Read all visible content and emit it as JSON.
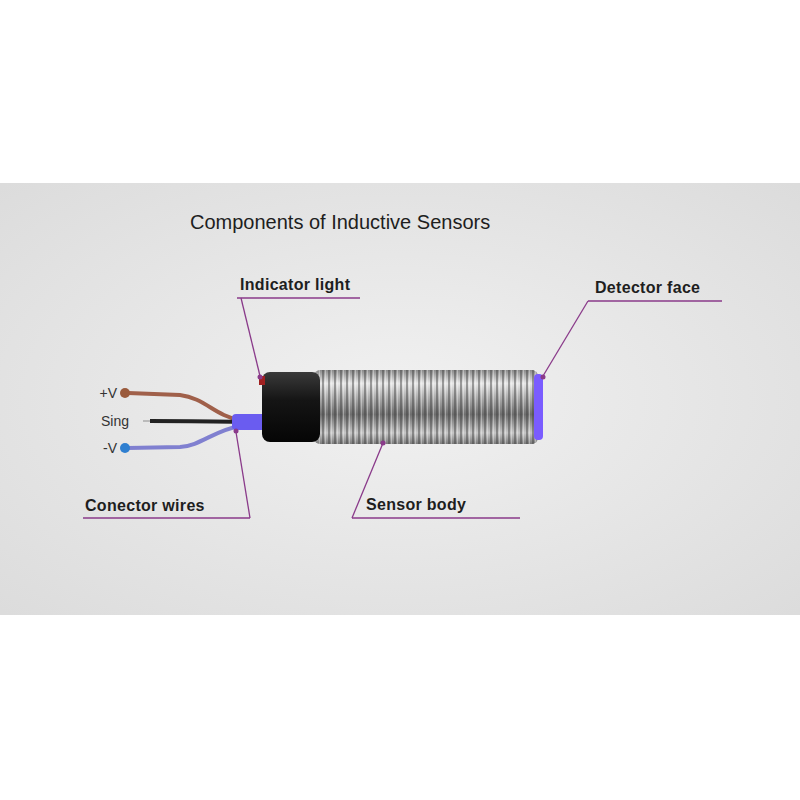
{
  "diagram": {
    "title": "Components of Inductive Sensors",
    "labels": [
      "Indicator light",
      "Detector face",
      "+V",
      "Sing",
      "-V",
      "Conector wires",
      "Sensor body"
    ]
  }
}
